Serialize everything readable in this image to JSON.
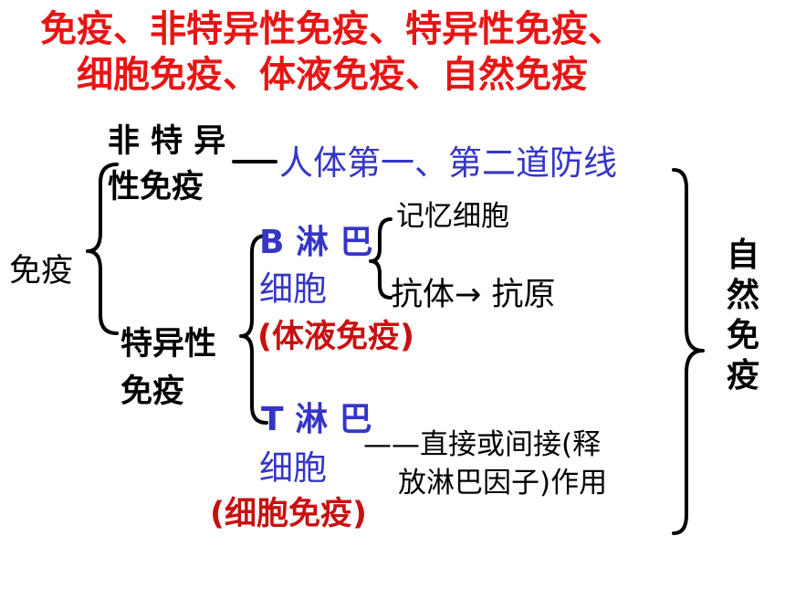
{
  "title": {
    "line1": "免疫、非特异性免疫、特异性免疫、",
    "line2": "细胞免疫、体液免疫、自然免疫"
  },
  "root": "免疫",
  "nonspecific": {
    "line1": "非 特 异",
    "line2": "性免疫",
    "desc": "人体第一、第二道防线"
  },
  "specific": {
    "line1": "特异性",
    "line2": "免疫"
  },
  "b_cell": {
    "line1": "B 淋 巴",
    "line2": "细胞",
    "type": "(体液免疫)",
    "memory": "记忆细胞",
    "antibody": "抗体→  抗原"
  },
  "t_cell": {
    "line1": "T 淋 巴",
    "line2": "细胞",
    "type": "(细胞免疫)",
    "action_line1": "——直接或间接(释",
    "action_line2": "放淋巴因子)作用"
  },
  "natural": "自然免疫"
}
